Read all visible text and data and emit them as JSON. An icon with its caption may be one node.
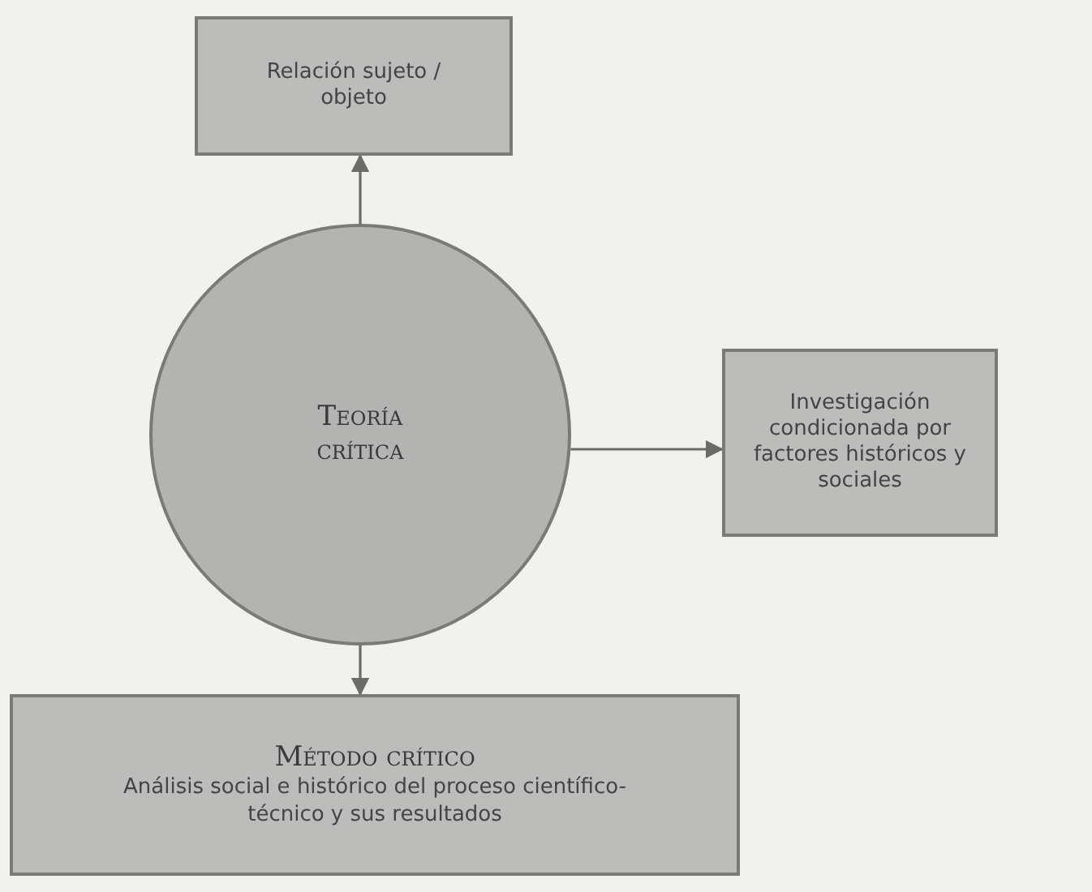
{
  "diagram": {
    "nodes": [
      {
        "text": [
          "Relación sujeto / objeto"
        ]
      },
      {
        "text": [
          "Teoría crítica"
        ]
      },
      {
        "text": [
          "Investigación condicionada por factores históricos y sociales"
        ]
      },
      {
        "text": [
          "Método crítico",
          "Análisis social e histórico del proceso científico-técnico y sus resultados"
        ]
      }
    ],
    "edges": [
      {
        "from": 1,
        "to": 0,
        "arrow": "to"
      },
      {
        "from": 1,
        "to": 2,
        "arrow": "to"
      },
      {
        "from": 1,
        "to": 3,
        "arrow": "to"
      }
    ]
  }
}
